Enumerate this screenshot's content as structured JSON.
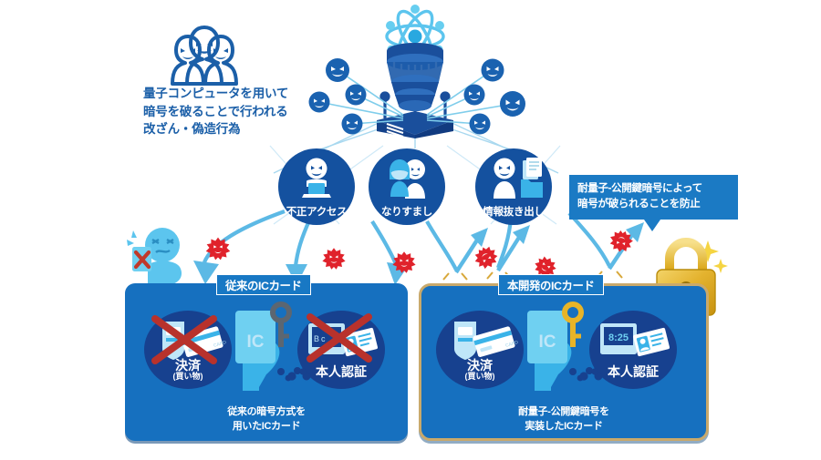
{
  "diagram": {
    "title_present": false,
    "threat_caption": {
      "lines": [
        "量子コンピュータを用いて",
        "暗号を破ることで行われる",
        "改ざん・偽造行為"
      ]
    },
    "quantum": {
      "icon": "quantum-computer-atom-icon",
      "node_count": 8
    },
    "attack_nodes": [
      {
        "label": "不正アクセス",
        "icon": "hacker-laptop-icon"
      },
      {
        "label": "なりすまし",
        "icon": "impersonation-two-faces-icon"
      },
      {
        "label": "情報抜き出し",
        "icon": "data-exfiltration-folder-icon"
      }
    ],
    "callout": {
      "lines": [
        "耐量子-公開鍵暗号によって",
        "暗号が破られることを防止"
      ]
    },
    "victim": {
      "icon": "distressed-person-icon",
      "card_icon": "card-with-x-icon"
    },
    "padlock": {
      "icon": "gold-padlock-icon",
      "sparkle_icon": "sparkle-icon"
    },
    "virus": {
      "icon": "virus-malware-icon",
      "count_left": 3,
      "count_right": 4
    },
    "panels": [
      {
        "tag": "従来のICカード",
        "variant": "legacy",
        "key_icon": "grey-key-icon",
        "card_label": "IC",
        "items": [
          {
            "label": "決済",
            "sub": "(買い物)",
            "icon": "payment-terminal-card-icon",
            "crossed": true
          },
          {
            "label": "本人認証",
            "sub": "",
            "icon": "id-gate-card-icon",
            "crossed": true
          }
        ],
        "caption": [
          "従来の暗号方式を",
          "用いたICカード"
        ]
      },
      {
        "tag": "本開発のICカード",
        "variant": "new",
        "key_icon": "gold-key-icon",
        "card_label": "IC",
        "items": [
          {
            "label": "決済",
            "sub": "(買い物)",
            "icon": "payment-terminal-card-icon",
            "crossed": false
          },
          {
            "label": "本人認証",
            "sub": "",
            "icon": "clock-id-card-icon",
            "crossed": false
          }
        ],
        "caption": [
          "耐量子-公開鍵暗号を",
          "実装したICカード"
        ]
      }
    ],
    "clock_display": "8:25",
    "colors": {
      "brand_blue": "#1b5fa8",
      "panel_blue": "#1670bf",
      "deep_navy": "#14519f",
      "circle_navy": "#17418f",
      "light_blue": "#5cc5ee",
      "pale_blue": "#9fd8f2",
      "virus_red": "#e0222b",
      "cross_red": "#b8322c",
      "gold": "#e8b427",
      "gold_border": "#c9a96b",
      "white": "#ffffff"
    }
  }
}
